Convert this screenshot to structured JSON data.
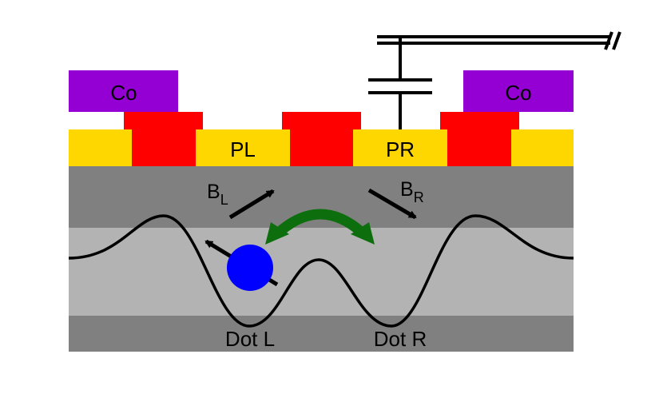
{
  "labels": {
    "cobalt_left": "Co",
    "cobalt_right": "Co",
    "plunger_left": "PL",
    "plunger_right": "PR",
    "field_left": "B",
    "field_left_sub": "L",
    "field_right": "B",
    "field_right_sub": "R",
    "dot_left": "Dot L",
    "dot_right": "Dot R"
  },
  "colors": {
    "cobalt": "#9400D3",
    "gate_red": "#FF0000",
    "gate_yellow": "#FFD700",
    "dark_layer": "#808080",
    "well_layer": "#B3B3B3",
    "electron": "#0000FF",
    "exchange_arrow": "#0D6E0D"
  }
}
